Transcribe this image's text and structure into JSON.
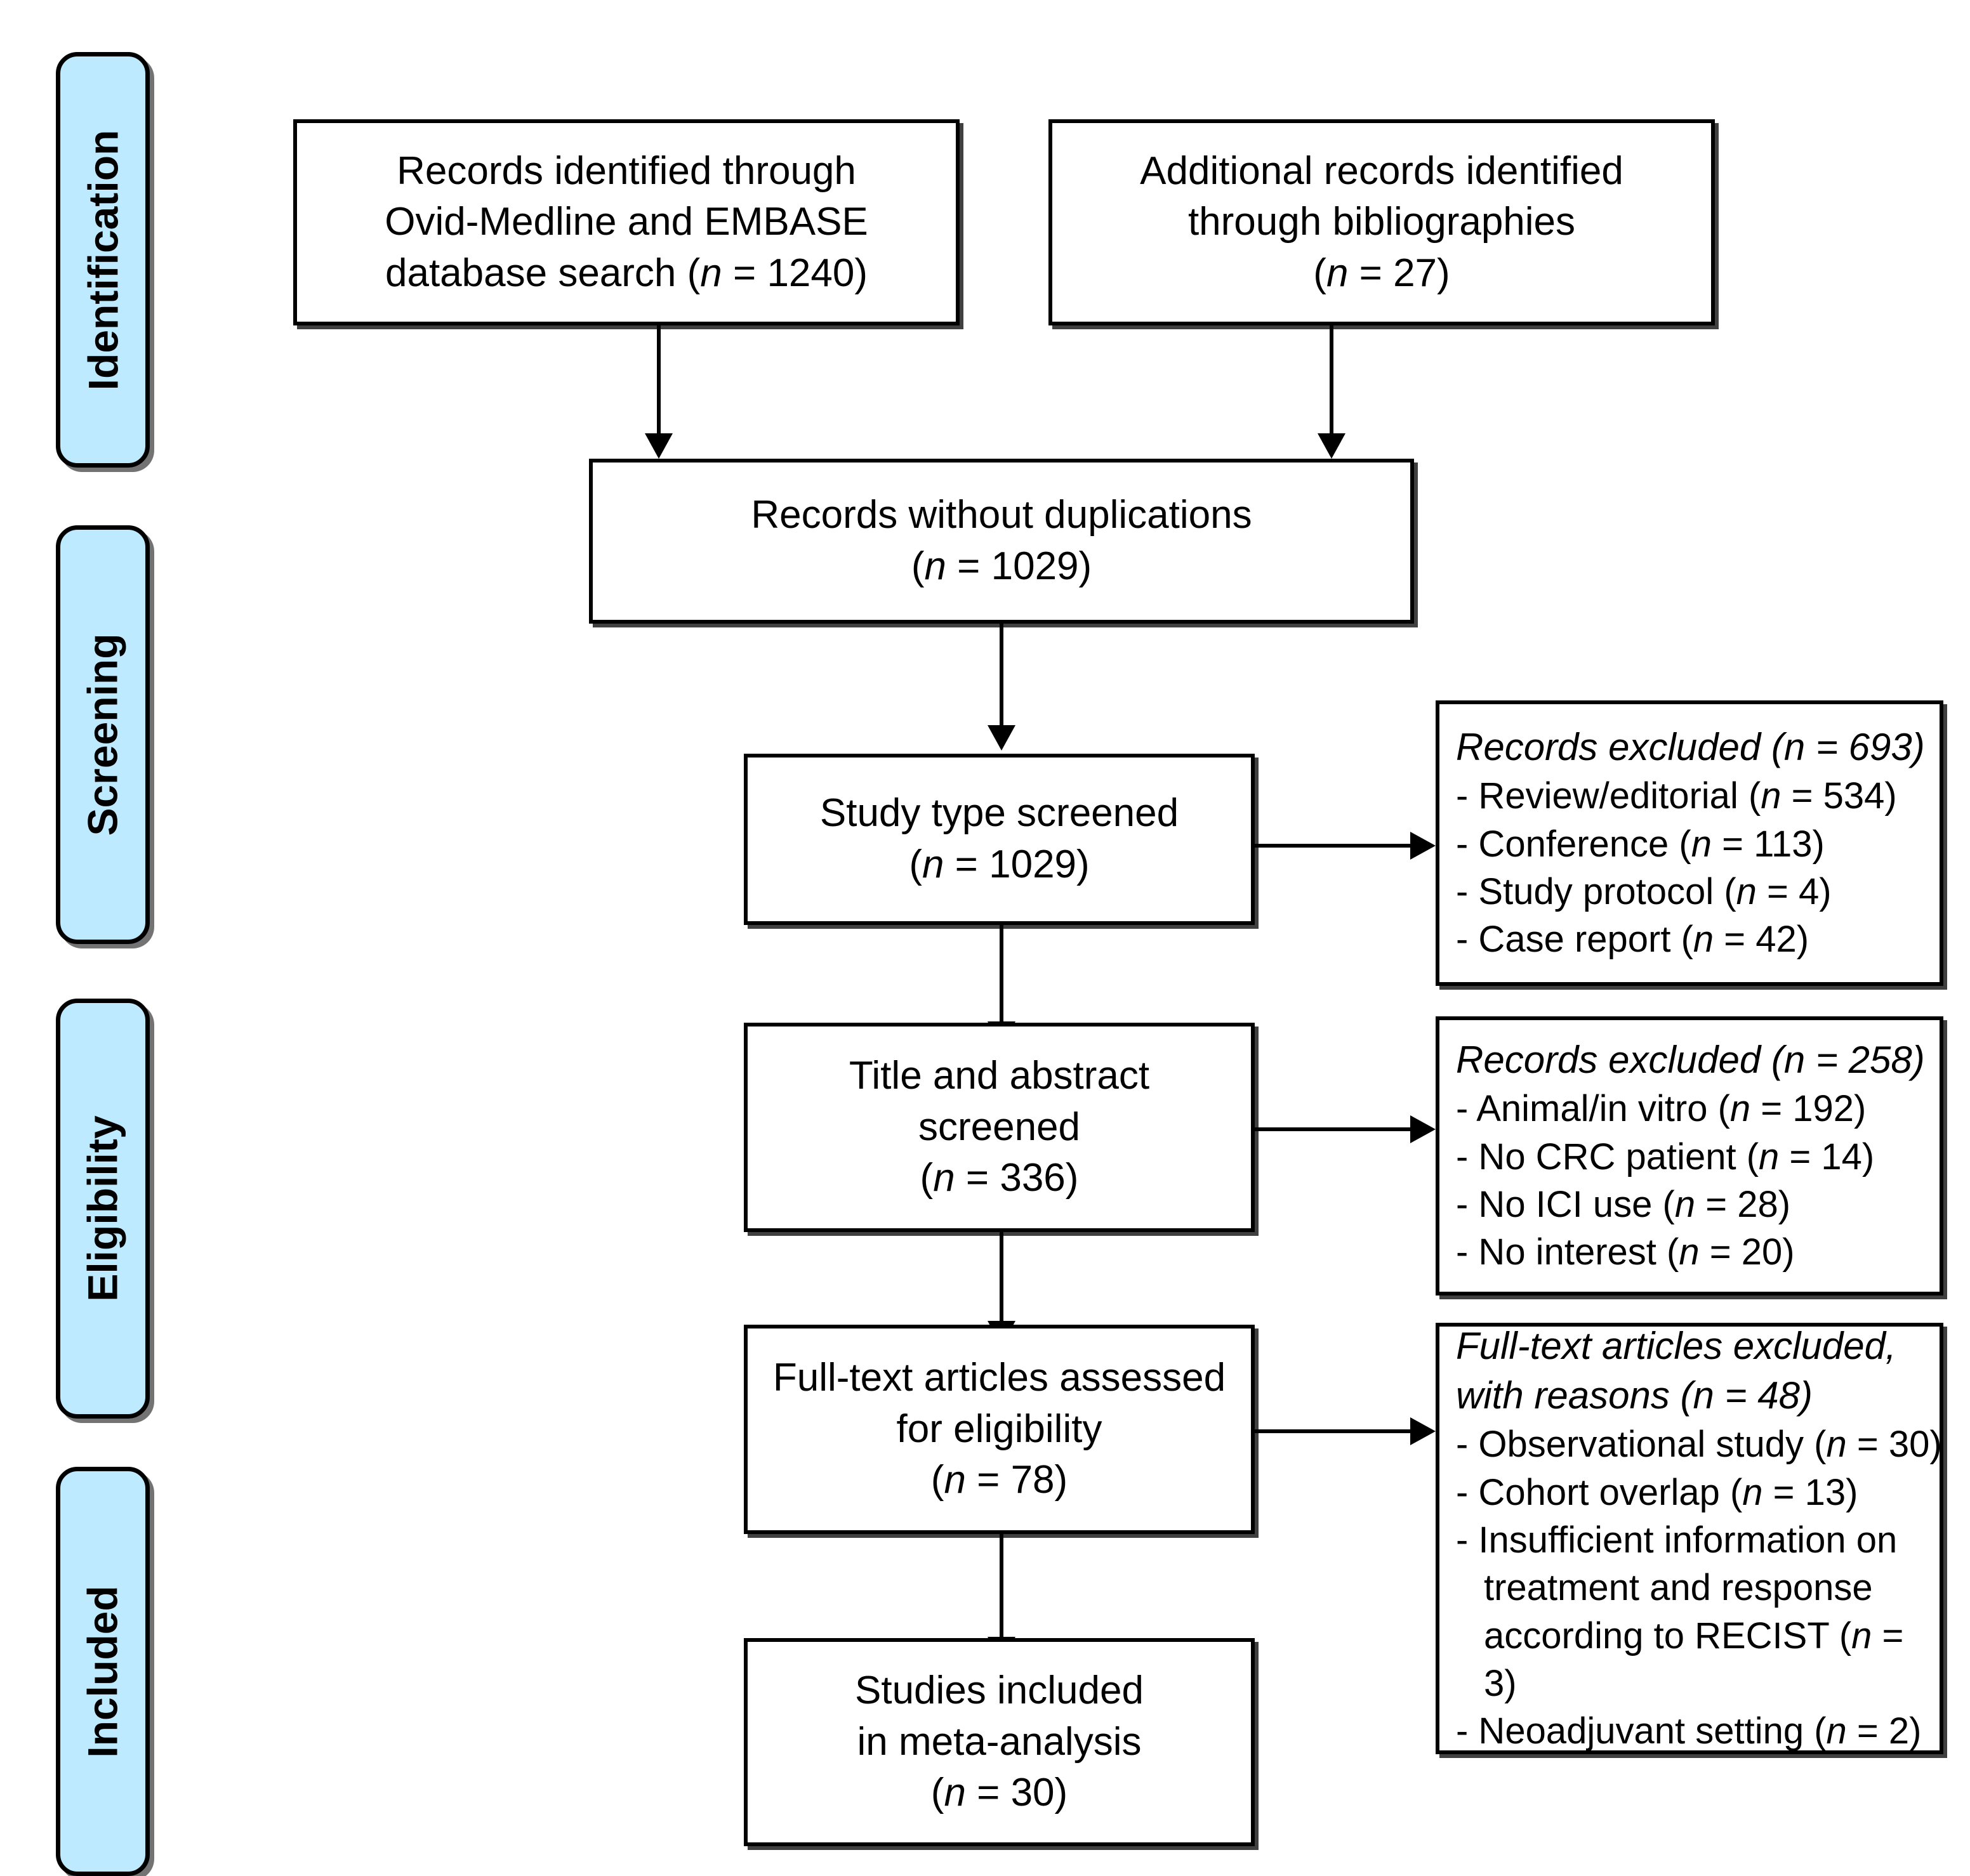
{
  "diagram": {
    "title": "PRISMA study selection flow diagram",
    "accent_color": "#bdeaff",
    "line_color": "#000000",
    "background_color": "#ffffff"
  },
  "stages": [
    {
      "label": "Identification"
    },
    {
      "label": "Screening"
    },
    {
      "label": "Eligibility"
    },
    {
      "label": "Included"
    }
  ],
  "boxes": {
    "records_db": {
      "line1": "Records identified through",
      "line2": "Ovid-Medline and EMBASE",
      "line3_pre": "database search (",
      "line3_n": "n",
      "line3_post": " = 1240)"
    },
    "records_biblio": {
      "line1": "Additional records identified",
      "line2": "through bibliographies",
      "line3_pre": "(",
      "line3_n": "n",
      "line3_post": " = 27)"
    },
    "no_duplicates": {
      "line1": "Records without duplications",
      "line2_pre": "(",
      "line2_n": "n",
      "line2_post": " =  1029)"
    },
    "study_type": {
      "line1": "Study type screened",
      "line2_pre": "(",
      "line2_n": "n",
      "line2_post": " = 1029)"
    },
    "title_abstract": {
      "line1": "Title and abstract",
      "line2": "screened",
      "line3_pre": "(",
      "line3_n": "n",
      "line3_post": " = 336)"
    },
    "full_text": {
      "line1": "Full-text articles assessed",
      "line2": "for eligibility",
      "line3_pre": "(",
      "line3_n": "n",
      "line3_post": " = 78)"
    },
    "included": {
      "line1": "Studies included",
      "line2": "in meta-analysis",
      "line3_pre": "(",
      "line3_n": "n",
      "line3_post": " = 30)"
    }
  },
  "exclusions": {
    "screening": {
      "head_pre": "Records excluded (",
      "head_n": "n",
      "head_post": " = 693)",
      "items": [
        {
          "pre": "- Review/editorial (",
          "n": "n",
          "post": " = 534)"
        },
        {
          "pre": "- Conference (",
          "n": "n",
          "post": " = 113)"
        },
        {
          "pre": "- Study protocol (",
          "n": "n",
          "post": " = 4)"
        },
        {
          "pre": "- Case report (",
          "n": "n",
          "post": " = 42)"
        }
      ]
    },
    "eligibility": {
      "head_pre": "Records excluded (",
      "head_n": "n",
      "head_post": " = 258)",
      "items": [
        {
          "pre": "- Animal/in vitro (",
          "n": "n",
          "post": " = 192)"
        },
        {
          "pre": "- No CRC patient (",
          "n": "n",
          "post": " = 14)"
        },
        {
          "pre": "- No ICI use (",
          "n": "n",
          "post": " = 28)"
        },
        {
          "pre": "- No interest (",
          "n": "n",
          "post": " = 20)"
        }
      ]
    },
    "fulltext": {
      "head_line1": "Full-text articles excluded,",
      "head_line2_pre": "with reasons (",
      "head_line2_n": "n",
      "head_line2_post": " = 48)",
      "items": [
        {
          "pre": "- Observational study (",
          "n": "n",
          "post": " = 30)"
        },
        {
          "pre": "- Cohort overlap (",
          "n": "n",
          "post": " = 13)"
        },
        {
          "pre": "- Insufficient information on",
          "cont1": "treatment and response",
          "cont2_pre": "according to RECIST (",
          "cont2_n": "n",
          "cont2_post": " = 3)"
        },
        {
          "pre": "- Neoadjuvant setting (",
          "n": "n",
          "post": " = 2)"
        }
      ]
    }
  },
  "chart_data": {
    "type": "table",
    "title": "PRISMA flow counts",
    "categories": [
      "Records identified through Ovid-Medline and EMBASE database search",
      "Additional records identified through bibliographies",
      "Records without duplications",
      "Study type screened",
      "Records excluded at study type screening",
      "Title and abstract screened",
      "Records excluded at title and abstract screening",
      "Full-text articles assessed for eligibility",
      "Full-text articles excluded, with reasons",
      "Studies included in meta-analysis"
    ],
    "values": [
      1240,
      27,
      1029,
      1029,
      693,
      336,
      258,
      78,
      48,
      30
    ],
    "exclusion_breakdowns": {
      "study_type_screening": {
        "Review/editorial": 534,
        "Conference": 113,
        "Study protocol": 4,
        "Case report": 42
      },
      "title_abstract_screening": {
        "Animal/in vitro": 192,
        "No CRC patient": 14,
        "No ICI use": 28,
        "No interest": 20
      },
      "full_text_review": {
        "Observational study": 30,
        "Cohort overlap": 13,
        "Insufficient information on treatment and response according to RECIST": 3,
        "Neoadjuvant setting": 2
      }
    }
  }
}
